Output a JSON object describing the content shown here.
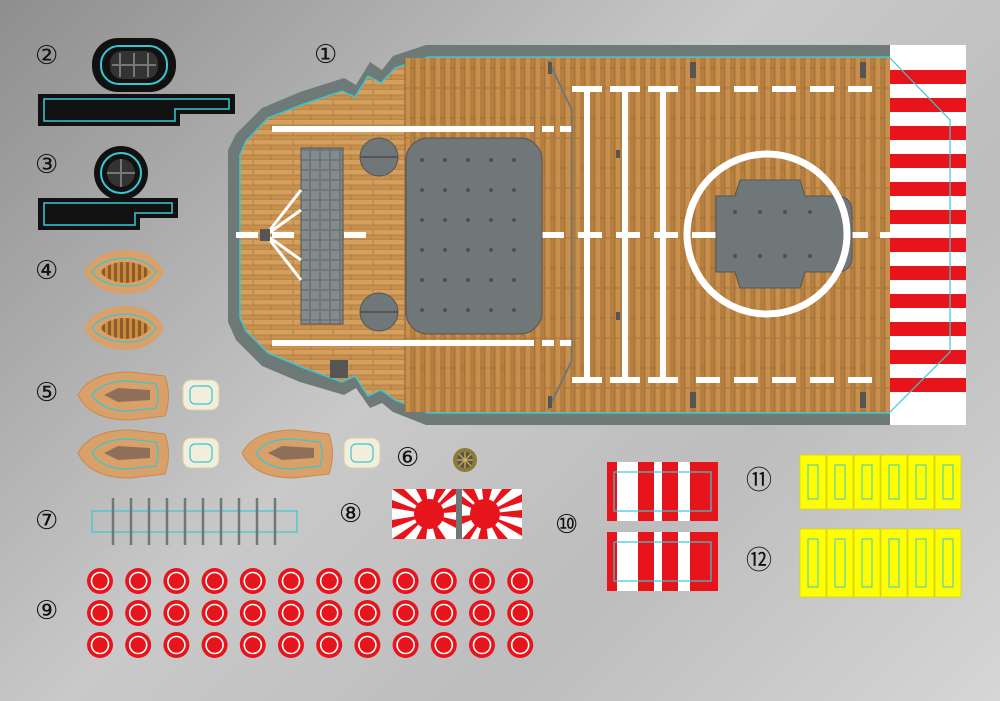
{
  "sheet": {
    "labels": {
      "part1": "①",
      "part2": "②",
      "part3": "③",
      "part4": "④",
      "part5": "⑤",
      "part6": "⑥",
      "part7": "⑦",
      "part8": "⑧",
      "part9": "⑨",
      "part10": "⑩",
      "part11": "⑪",
      "part12": "⑫"
    },
    "colors": {
      "background": "#bdbdbd",
      "deck_wood": "#c8904e",
      "deck_wood_light": "#d9a85f",
      "deck_outline": "#6d7a78",
      "cyan_guide": "#38c7d4",
      "hatch_gray": "#6f7778",
      "marking_white": "#ffffff",
      "stripe_red": "#e8141c",
      "roundel_red": "#e8141c",
      "boat_tan": "#d9a06a",
      "float_cream": "#f3eedb",
      "yellow_panel": "#ffff00",
      "black_part": "#111111"
    },
    "icons": {
      "roundel": "circle-icon",
      "rising_sun_flag": "flag-icon",
      "chrysanthemum": "chrysanthemum-icon"
    }
  }
}
